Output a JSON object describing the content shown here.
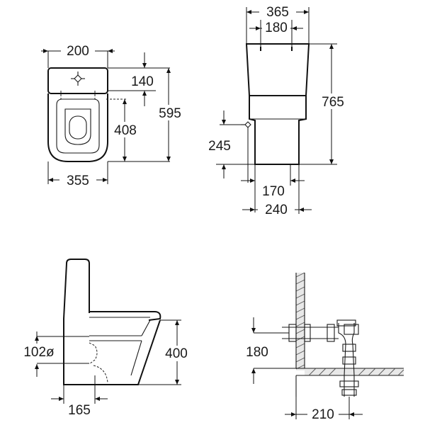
{
  "top_view": {
    "dim_tank_width": "200",
    "dim_overall_width": "355",
    "dim_tank_depth": "140",
    "dim_bowl_depth": "408",
    "dim_overall_depth": "595"
  },
  "front_view": {
    "dim_tank_width": "365",
    "dim_fixing_spacing": "180",
    "dim_height": "765",
    "dim_inlet_height": "245",
    "dim_base_inner": "170",
    "dim_base_width": "240"
  },
  "side_view": {
    "dim_outlet_diameter": "102ø",
    "dim_outlet_height": "400",
    "dim_outlet_distance": "165"
  },
  "installation_view": {
    "dim_drain_height": "180",
    "dim_wall_distance": "210"
  }
}
